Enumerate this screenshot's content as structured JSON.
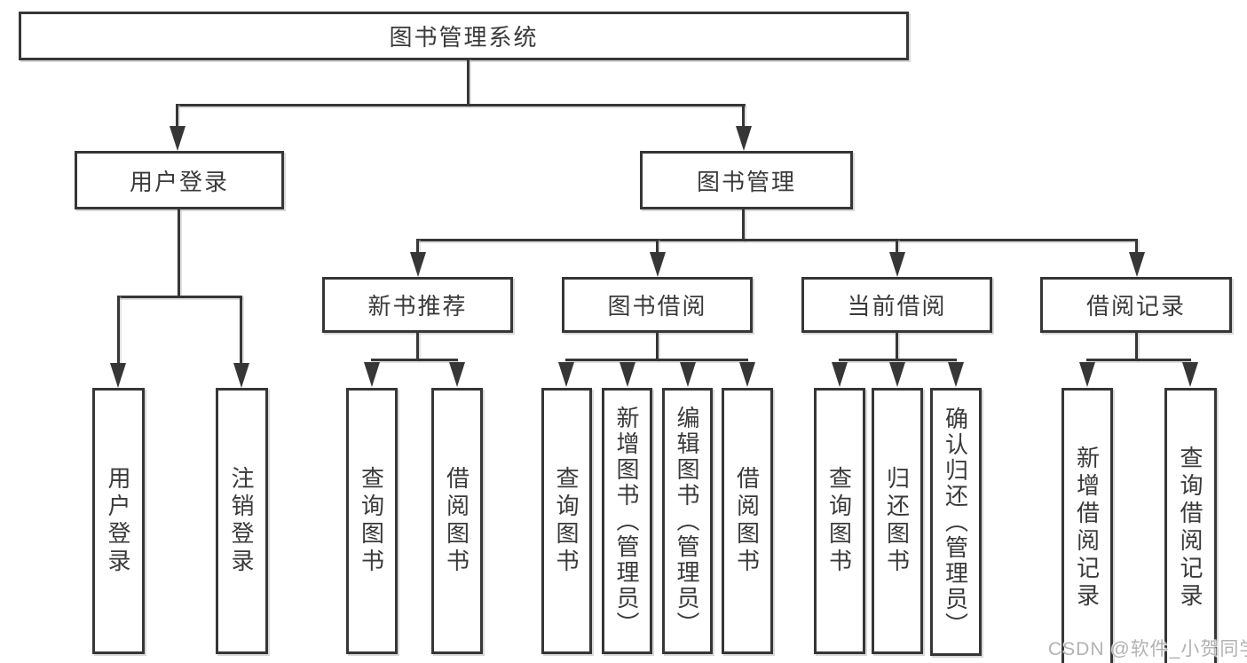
{
  "watermark": "CSDN @软件_小贺同学",
  "colors": {
    "line": "#363636",
    "text": "#3a3a3a",
    "background": "#ffffff",
    "watermark": "#b2b2b2"
  },
  "tree": {
    "label": "图书管理系统",
    "children": [
      {
        "label": "用户登录",
        "children": [
          {
            "label": "用户登录"
          },
          {
            "label": "注销登录"
          }
        ]
      },
      {
        "label": "图书管理",
        "children": [
          {
            "label": "新书推荐",
            "children": [
              {
                "label": "查询图书"
              },
              {
                "label": "借阅图书"
              }
            ]
          },
          {
            "label": "图书借阅",
            "children": [
              {
                "label": "查询图书"
              },
              {
                "label": "新增图书（管理员）"
              },
              {
                "label": "编辑图书（管理员）"
              },
              {
                "label": "借阅图书"
              }
            ]
          },
          {
            "label": "当前借阅",
            "children": [
              {
                "label": "查询图书"
              },
              {
                "label": "归还图书"
              },
              {
                "label": "确认归还（管理员）"
              }
            ]
          },
          {
            "label": "借阅记录",
            "children": [
              {
                "label": "新增借阅记录"
              },
              {
                "label": "查询借阅记录"
              }
            ]
          }
        ]
      }
    ]
  }
}
